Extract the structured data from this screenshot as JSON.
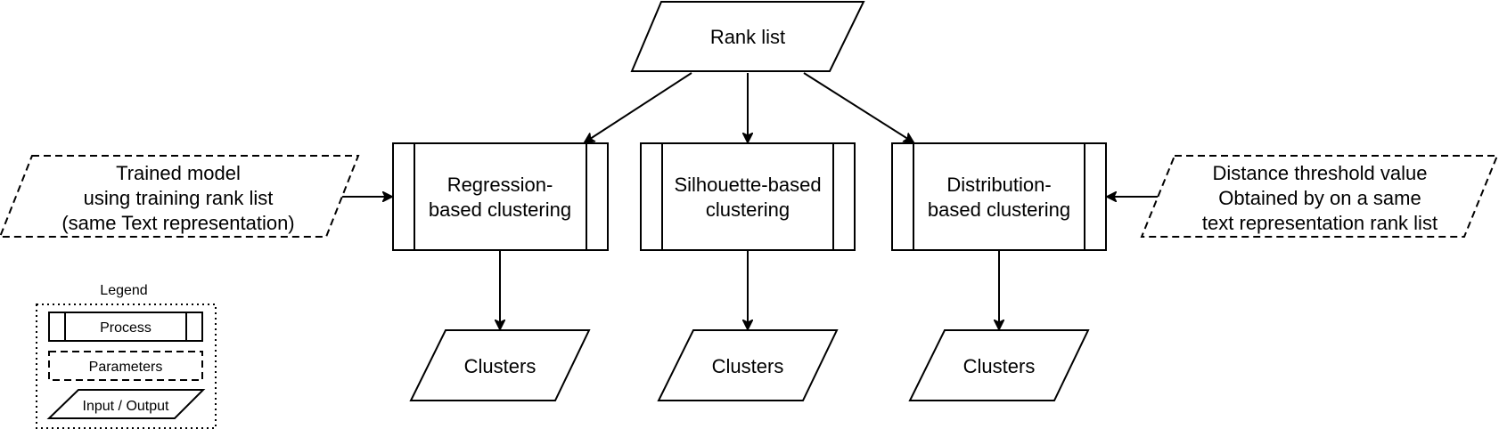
{
  "nodes": {
    "rank_list": {
      "lines": [
        "Rank list"
      ]
    },
    "regression": {
      "lines": [
        "Regression-",
        "based clustering"
      ]
    },
    "silhouette": {
      "lines": [
        "Silhouette-based",
        "clustering"
      ]
    },
    "distribution": {
      "lines": [
        "Distribution-",
        "based clustering"
      ]
    },
    "trained_model": {
      "lines": [
        "Trained model",
        "using training rank list",
        "(same Text representation)"
      ]
    },
    "distance_threshold": {
      "lines": [
        "Distance threshold value",
        "Obtained by on a same",
        "text representation rank list"
      ]
    },
    "clusters_regression": {
      "lines": [
        "Clusters"
      ]
    },
    "clusters_silhouette": {
      "lines": [
        "Clusters"
      ]
    },
    "clusters_distribution": {
      "lines": [
        "Clusters"
      ]
    }
  },
  "legend": {
    "title": "Legend",
    "process_label": "Process",
    "parameters_label": "Parameters",
    "io_label": "Input / Output"
  },
  "colors": {
    "stroke": "#000000",
    "fill": "#ffffff"
  }
}
